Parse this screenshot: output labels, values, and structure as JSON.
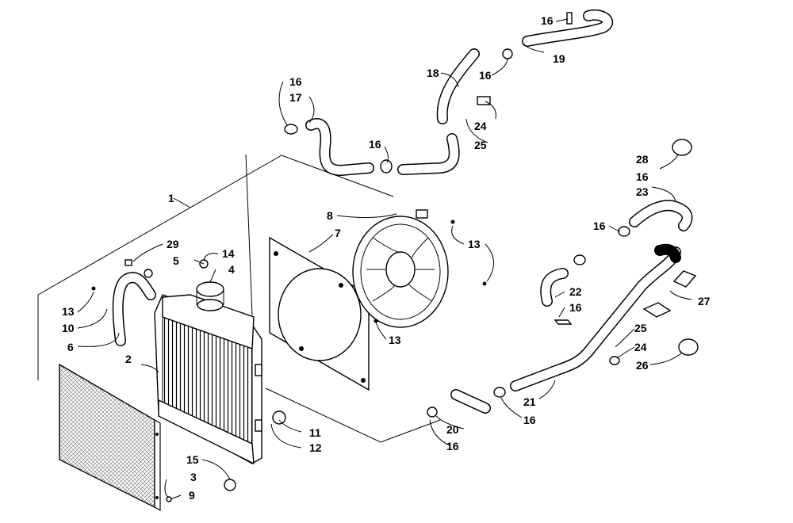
{
  "labels": {
    "l1": "1",
    "l2": "2",
    "l3": "3",
    "l4": "4",
    "l5": "5",
    "l6": "6",
    "l7": "7",
    "l8": "8",
    "l9": "9",
    "l10": "10",
    "l11": "11",
    "l12": "12",
    "l13a": "13",
    "l13b": "13",
    "l13c": "13",
    "l14": "14",
    "l15": "15",
    "l16a": "16",
    "l16b": "16",
    "l16c": "16",
    "l16d": "16",
    "l16e": "16",
    "l16f": "16",
    "l16g": "16",
    "l16h": "16",
    "l16i": "16",
    "l17": "17",
    "l18": "18",
    "l19": "19",
    "l20": "20",
    "l21": "21",
    "l22": "22",
    "l23": "23",
    "l24a": "24",
    "l24b": "24",
    "l25a": "25",
    "l25b": "25",
    "l26": "26",
    "l27": "27",
    "l28": "28",
    "l29": "29"
  }
}
